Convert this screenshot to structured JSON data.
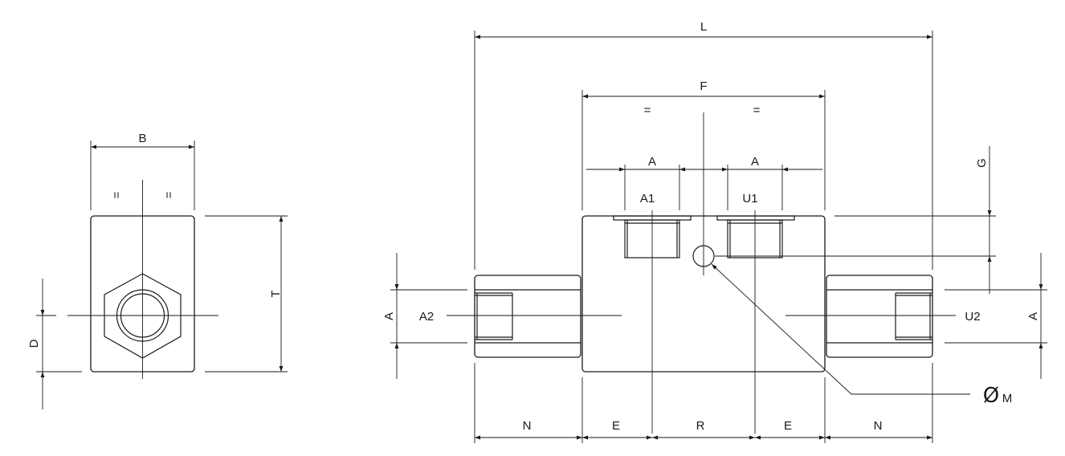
{
  "side_view": {
    "dim_B": "B",
    "dim_T": "T",
    "dim_D": "D",
    "equal_marks": [
      "=",
      "="
    ]
  },
  "front_view": {
    "dim_L": "L",
    "dim_F": "F",
    "dim_A_top_left": "A",
    "dim_A_top_right": "A",
    "dim_A_left": "A",
    "dim_A_right": "A",
    "dim_G": "G",
    "dim_N_left": "N",
    "dim_E_left": "E",
    "dim_R": "R",
    "dim_E_right": "E",
    "dim_N_right": "N",
    "diameter_symbol": "Ø",
    "dim_M": "M",
    "equal_marks": [
      "=",
      "="
    ],
    "ports": {
      "A1": "A1",
      "U1": "U1",
      "A2": "A2",
      "U2": "U2"
    }
  }
}
